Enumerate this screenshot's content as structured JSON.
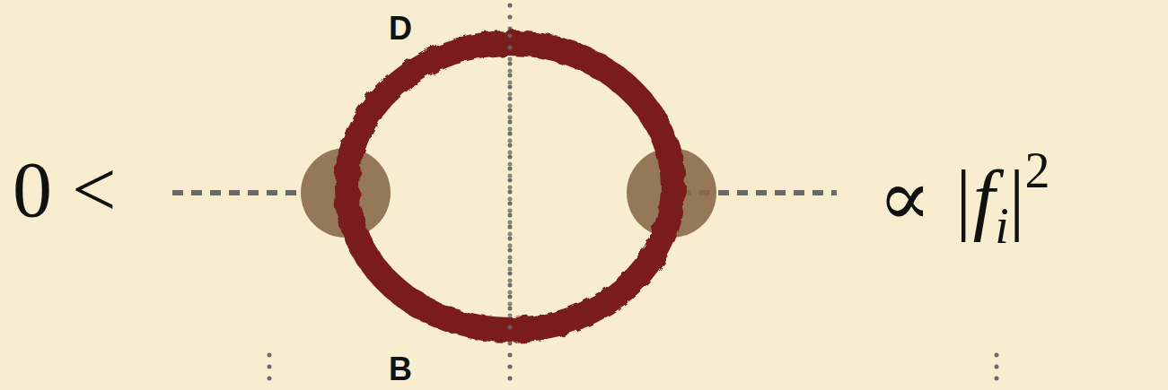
{
  "diagram": {
    "labels": [
      "0 <",
      "D",
      "B",
      "∝ |f",
      "i",
      "|",
      "2"
    ]
  }
}
